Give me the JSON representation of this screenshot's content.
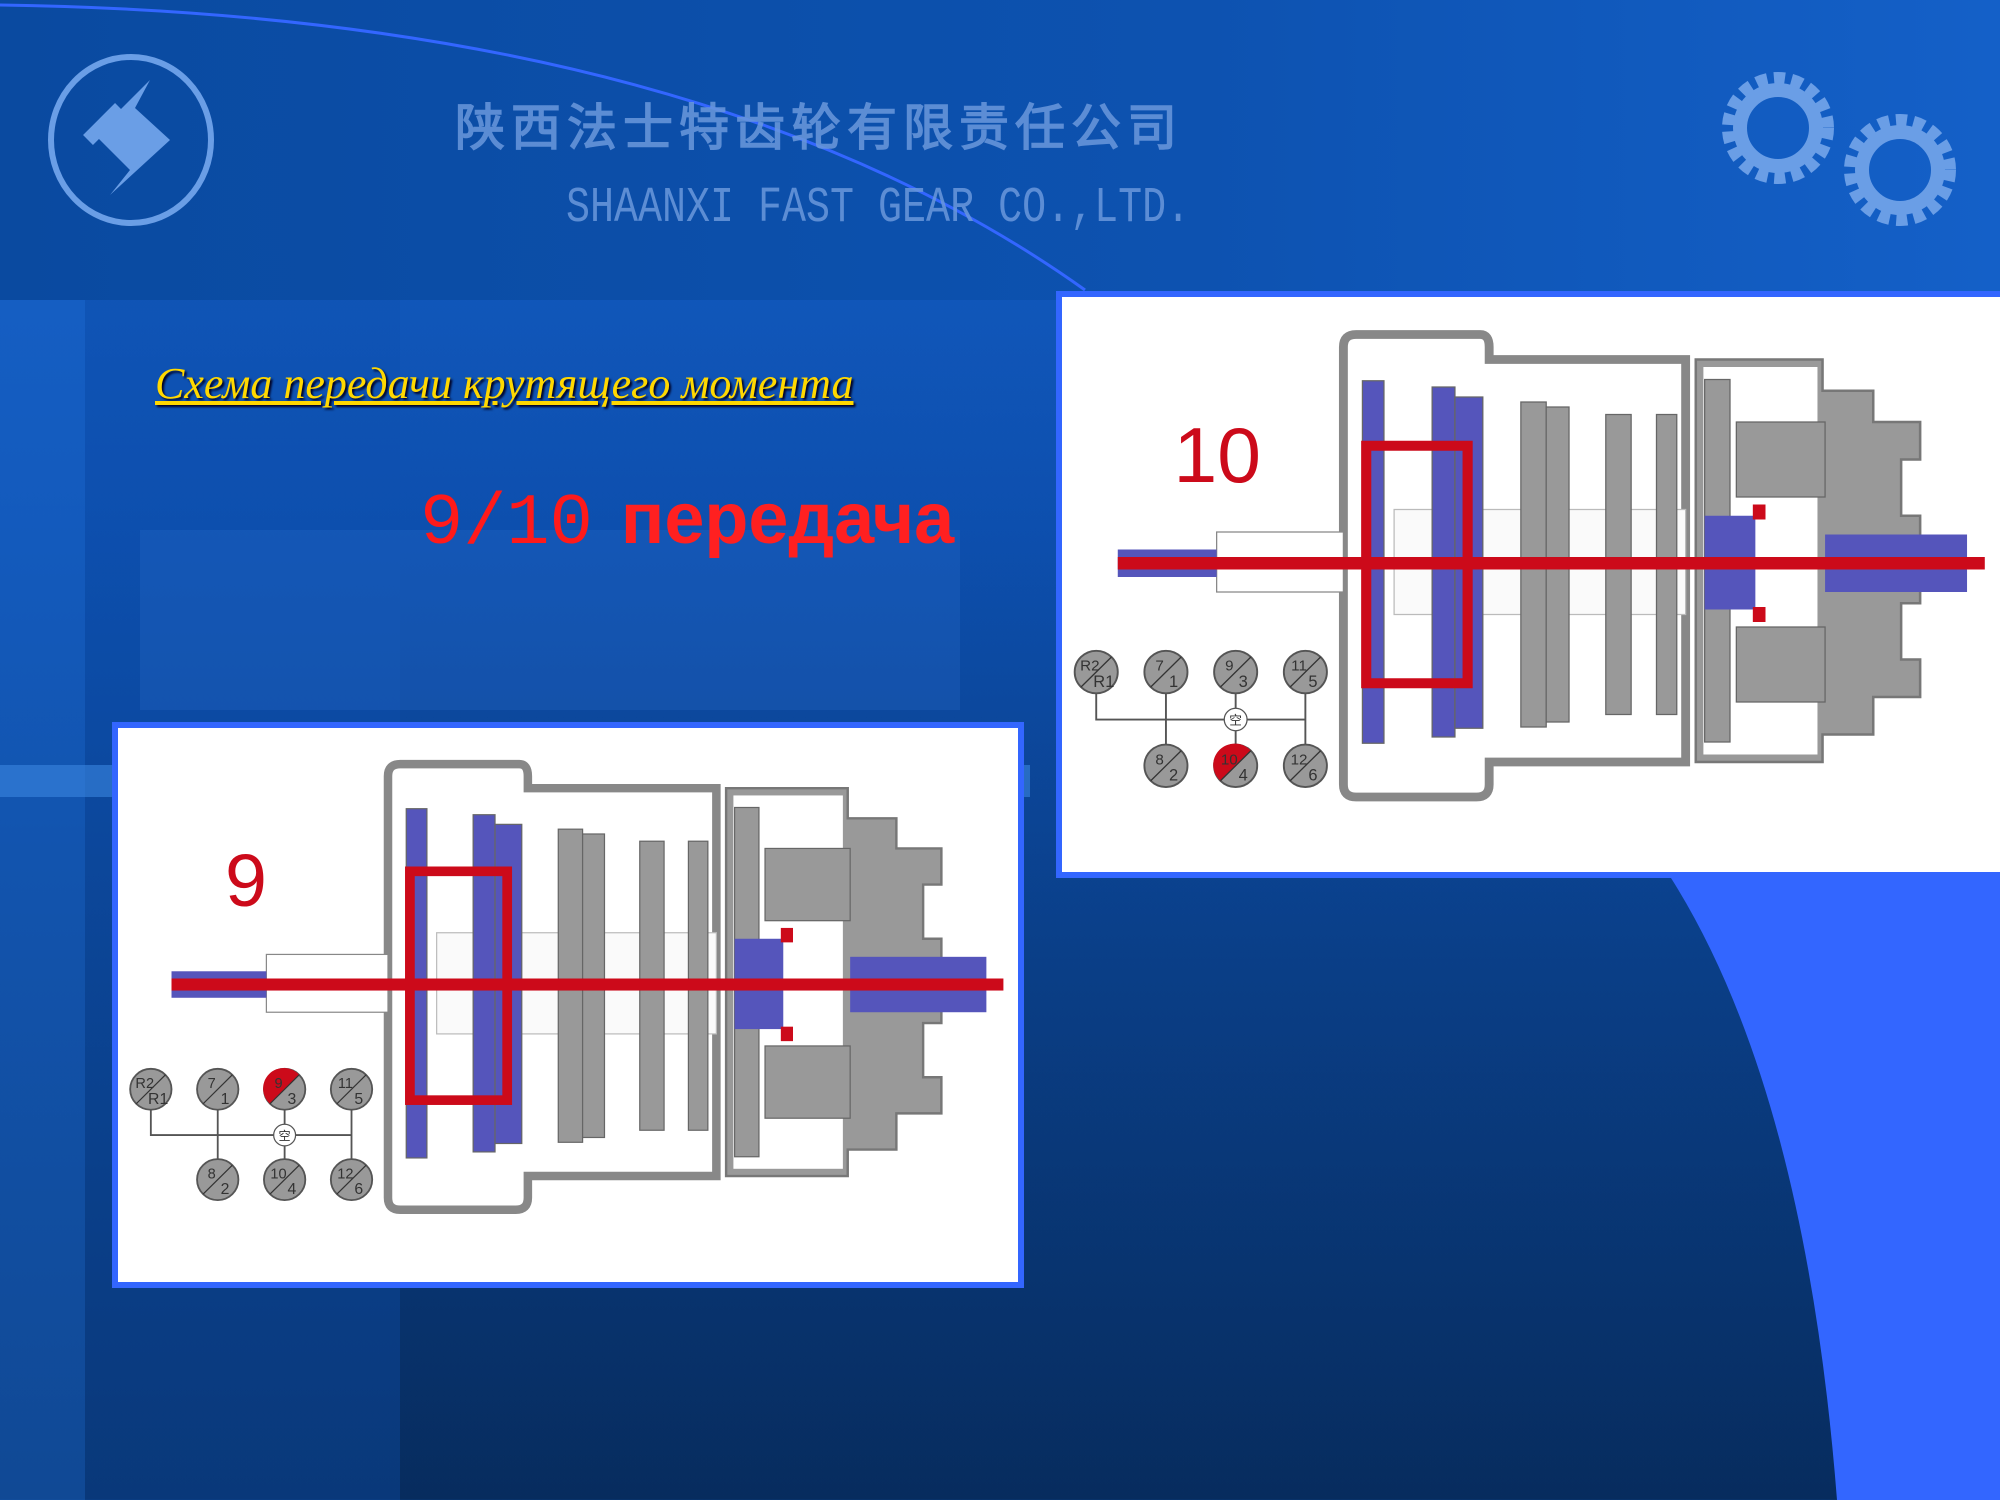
{
  "header": {
    "company_cn": "陕西法士特齿轮有限责任公司",
    "company_en": "SHAANXI FAST GEAR CO.,LTD."
  },
  "slide": {
    "subtitle": "Схема передачи крутящего момента",
    "gear_number": "9/10",
    "gear_word": "передача"
  },
  "diagrams": [
    {
      "id": "right",
      "label": "10",
      "active_gear": "10"
    },
    {
      "id": "left",
      "label": "9",
      "active_gear": "9"
    }
  ],
  "shift_pattern": {
    "neutral": "空",
    "positions": [
      {
        "top": "R2",
        "bottom": "R1",
        "row": "upper"
      },
      {
        "top": "7",
        "bottom": "1",
        "row": "upper"
      },
      {
        "top": "9",
        "bottom": "3",
        "row": "upper"
      },
      {
        "top": "11",
        "bottom": "5",
        "row": "upper"
      },
      {
        "top": "8",
        "bottom": "2",
        "row": "lower"
      },
      {
        "top": "10",
        "bottom": "4",
        "row": "lower"
      },
      {
        "top": "12",
        "bottom": "6",
        "row": "lower"
      }
    ]
  },
  "colors": {
    "accent_red": "#cc0a1a",
    "shaft_blue": "#5555bb",
    "housing_gray": "#999999",
    "border_blue": "#3366ff",
    "title_yellow": "#ffd800"
  }
}
